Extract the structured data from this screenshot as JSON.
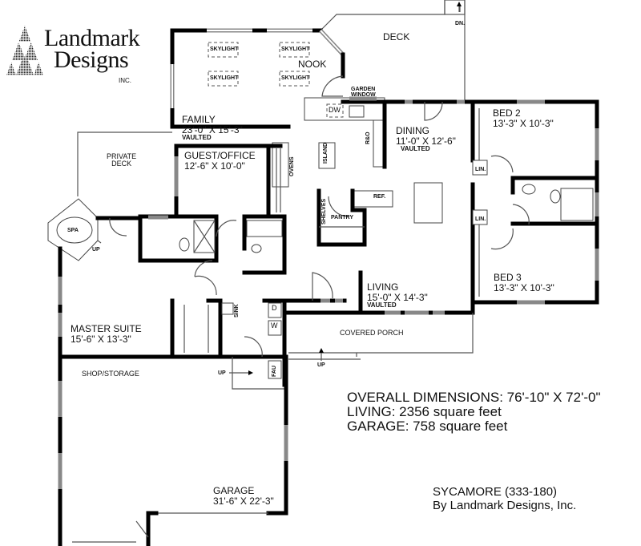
{
  "brand": {
    "name_line1": "Landmark",
    "name_line2": "Designs",
    "suffix": "INC."
  },
  "rooms": {
    "deck": {
      "name": "DECK"
    },
    "deck_stairs": {
      "label": "DN."
    },
    "nook": {
      "name": "NOOK"
    },
    "skylights": [
      "SKYLIGHT",
      "SKYLIGHT",
      "SKYLIGHT",
      "SKYLIGHT"
    ],
    "garden_window": {
      "line1": "GARDEN",
      "line2": "WINDOW"
    },
    "family": {
      "name": "FAMILY",
      "dims": "23'-0\" X 15'-3\"",
      "note": "VAULTED"
    },
    "dining": {
      "name": "DINING",
      "dims": "11'-0\" X 12'-6\"",
      "note": "VAULTED"
    },
    "bed2": {
      "name": "BED 2",
      "dims": "13'-3\" X 10'-3\""
    },
    "bed3": {
      "name": "BED 3",
      "dims": "13'-3\" X 10'-3\""
    },
    "linen1": {
      "label": "LIN."
    },
    "linen2": {
      "label": "LIN."
    },
    "private_deck": {
      "line1": "PRIVATE",
      "line2": "DECK"
    },
    "guest_office": {
      "name": "GUEST/OFFICE",
      "dims": "12'-6\" X 10'-0\""
    },
    "spa": {
      "name": "SPA",
      "step": "UP"
    },
    "kitchen": {
      "dw": "DW",
      "range": "R&O",
      "island": "ISLAND",
      "ovens": "OVENS",
      "ref": "REF.",
      "shelves": "SHELVES",
      "pantry": "PANTRY"
    },
    "living": {
      "name": "LIVING",
      "dims": "15'-0\" X 14'-3\"",
      "note": "VAULTED"
    },
    "master_suite": {
      "name": "MASTER SUITE",
      "dims": "15'-6\" X 13'-3\""
    },
    "laundry": {
      "sink": "SINK",
      "dryer": "D",
      "washer": "W"
    },
    "covered_porch": {
      "name": "COVERED PORCH",
      "step": "UP"
    },
    "shop_storage": {
      "name": "SHOP/STORAGE",
      "step": "UP",
      "fau": "FAU"
    },
    "garage": {
      "name": "GARAGE",
      "dims": "31'-6\" X 22'-3\""
    }
  },
  "summary": {
    "overall": "OVERALL DIMENSIONS: 76'-10\" X 72'-0\"",
    "living": "LIVING: 2356 square feet",
    "garage": "GARAGE: 758 square feet"
  },
  "credit": {
    "plan_name": "SYCAMORE (333-180)",
    "by": "By Landmark Designs, Inc."
  }
}
